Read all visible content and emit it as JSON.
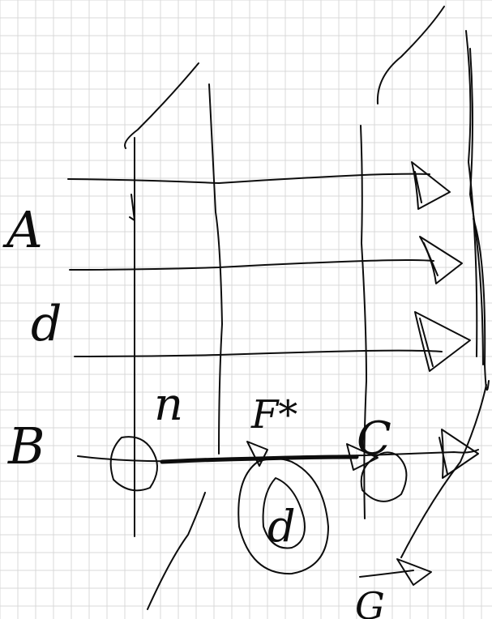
{
  "labels": {
    "ray_a": "A",
    "ray_d": "d",
    "ray_b": "B",
    "ray_c": "C",
    "ray_g": "G",
    "medium_n": "n",
    "force": "F*",
    "charge": "d"
  },
  "colors": {
    "paper": "#ffffff",
    "grid": "#d9d9d9",
    "ink": "#0d0d0d"
  }
}
